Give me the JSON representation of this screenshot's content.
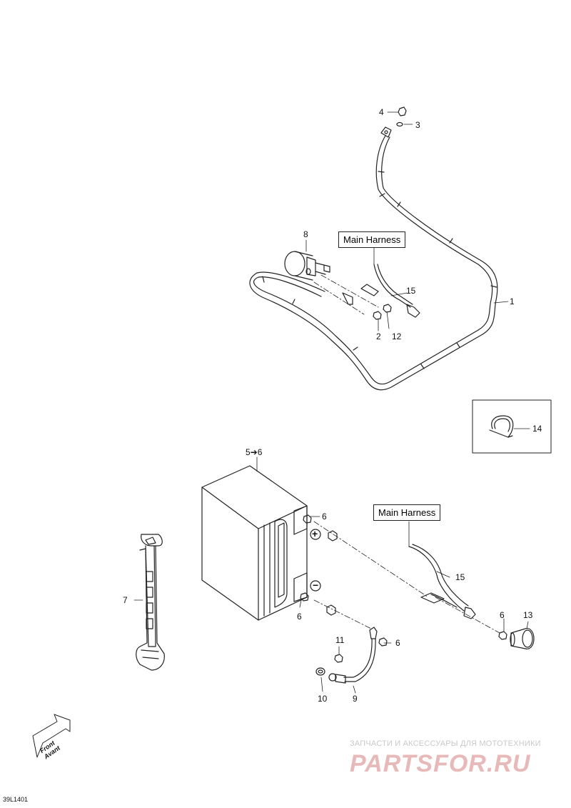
{
  "callouts": [
    {
      "id": "4",
      "text": "4"
    },
    {
      "id": "3",
      "text": "3"
    },
    {
      "id": "8",
      "text": "8"
    },
    {
      "id": "15a",
      "text": "15"
    },
    {
      "id": "1",
      "text": "1"
    },
    {
      "id": "2",
      "text": "2"
    },
    {
      "id": "12",
      "text": "12"
    },
    {
      "id": "14",
      "text": "14"
    },
    {
      "id": "5to6",
      "text": "5➔6"
    },
    {
      "id": "6a",
      "text": "6"
    },
    {
      "id": "6b",
      "text": "6"
    },
    {
      "id": "6c",
      "text": "6"
    },
    {
      "id": "6d",
      "text": "6"
    },
    {
      "id": "15b",
      "text": "15"
    },
    {
      "id": "13",
      "text": "13"
    },
    {
      "id": "7",
      "text": "7"
    },
    {
      "id": "11",
      "text": "11"
    },
    {
      "id": "10",
      "text": "10"
    },
    {
      "id": "9",
      "text": "9"
    }
  ],
  "harness_labels": {
    "top": "Main Harness",
    "bottom": "Main Harness"
  },
  "terminals": {
    "positive": "+",
    "negative": "−"
  },
  "front_arrow": {
    "line1": "Front",
    "line2": "Avant"
  },
  "drawing_code": "39L1401",
  "watermark": {
    "subtitle": "ЗАПЧАСТИ И АКСЕССУАРЫ ДЛЯ МОТОТЕХНИКИ",
    "brand": "PARTSFOR.RU"
  },
  "colors": {
    "line": "#222222",
    "watermark_brand": "#e7b9b9",
    "watermark_sub": "#c9c9c9"
  }
}
